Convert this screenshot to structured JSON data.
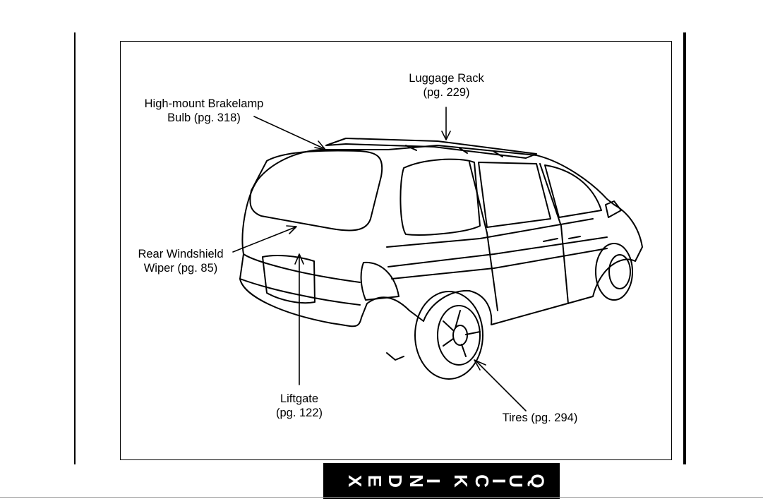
{
  "callouts": {
    "brakelamp": {
      "line1": "High-mount Brakelamp",
      "line2": "Bulb (pg. 318)"
    },
    "luggage_rack": {
      "line1": "Luggage Rack",
      "line2": "(pg. 229)"
    },
    "wiper": {
      "line1": "Rear Windshield",
      "line2": "Wiper (pg. 85)"
    },
    "liftgate": {
      "line1": "Liftgate",
      "line2": "(pg. 122)"
    },
    "tires": {
      "line1": "Tires (pg. 294)"
    }
  },
  "tab": {
    "letters": [
      "Q",
      "U",
      "I",
      "C",
      "K",
      "I",
      "N",
      "D",
      "E",
      "X"
    ]
  },
  "colors": {
    "ink": "#000000",
    "paper": "#ffffff",
    "tab_bg": "#000000",
    "tab_text": "#ffffff"
  }
}
